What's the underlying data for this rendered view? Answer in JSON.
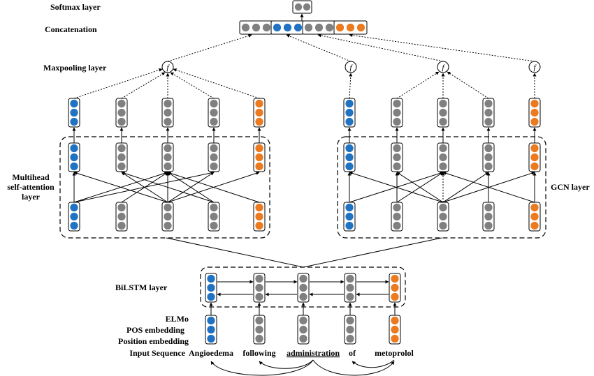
{
  "labels": {
    "softmax": "Softmax layer",
    "concat": "Concatenation",
    "maxpool": "Maxpooling layer",
    "mhsa_line1": "Multihead",
    "mhsa_line2": "self-attention",
    "mhsa_line3": "layer",
    "gcn": "GCN layer",
    "bilstm": "BiLSTM  layer",
    "elmo": "ELMo",
    "pos": "POS embedding",
    "position": "Position embedding",
    "input": "Input Sequence"
  },
  "pool_symbol": "f",
  "words": [
    "Angioedema",
    "following",
    "administration",
    "of",
    "metoprolol"
  ],
  "colors": {
    "entity1": "#1f73c2",
    "entity2": "#ec7a1e",
    "other": "#808080"
  }
}
